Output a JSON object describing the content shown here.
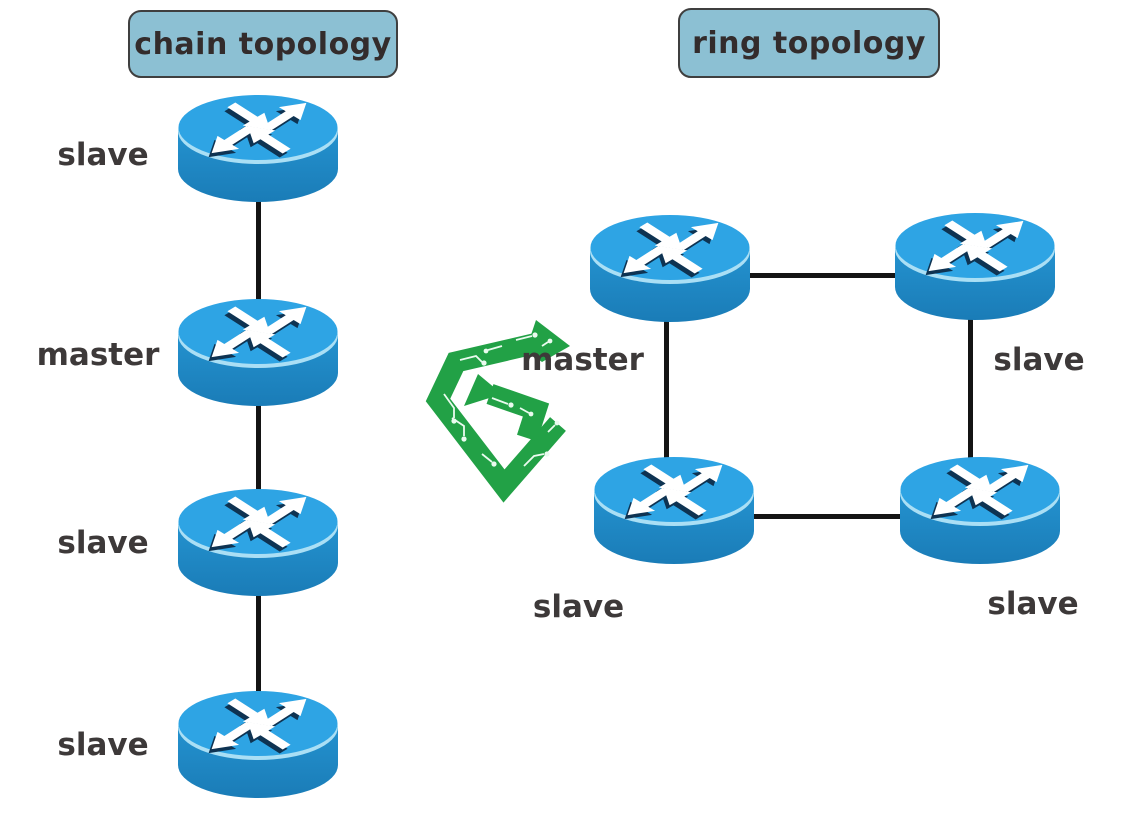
{
  "page": {
    "background": "#ffffff"
  },
  "chain": {
    "title": "chain topology",
    "nodes": [
      {
        "id": "chain-node-1",
        "label": "slave"
      },
      {
        "id": "chain-node-2",
        "label": "master"
      },
      {
        "id": "chain-node-3",
        "label": "slave"
      },
      {
        "id": "chain-node-4",
        "label": "slave"
      }
    ],
    "edges": [
      [
        "chain-node-1",
        "chain-node-2"
      ],
      [
        "chain-node-2",
        "chain-node-3"
      ],
      [
        "chain-node-3",
        "chain-node-4"
      ]
    ]
  },
  "ring": {
    "title": "ring topology",
    "nodes": [
      {
        "id": "ring-node-top-left",
        "label": "master"
      },
      {
        "id": "ring-node-top-right",
        "label": "slave"
      },
      {
        "id": "ring-node-bottom-left",
        "label": "slave"
      },
      {
        "id": "ring-node-bottom-right",
        "label": "slave"
      }
    ],
    "edges": [
      [
        "ring-node-top-left",
        "ring-node-top-right"
      ],
      [
        "ring-node-top-right",
        "ring-node-bottom-right"
      ],
      [
        "ring-node-bottom-right",
        "ring-node-bottom-left"
      ],
      [
        "ring-node-bottom-left",
        "ring-node-top-left"
      ]
    ]
  },
  "icons": {
    "router": "cisco-style-router-cylinder-with-crossing-arrows",
    "watermark": "green-circuit-board-G-diamond-logo"
  },
  "colors": {
    "title_box_bg": "#8cc0d3",
    "title_box_border": "#3f3f3f",
    "title_text": "#332c2c",
    "label_text": "#3d3939",
    "link_line": "#141414",
    "router_top": "#2ea4e4",
    "router_side": "#1e86c3",
    "router_rim_highlight": "#aadff5",
    "router_arrow": "#ffffff",
    "router_arrow_shadow": "#0e3352",
    "logo_green": "#22a146"
  }
}
